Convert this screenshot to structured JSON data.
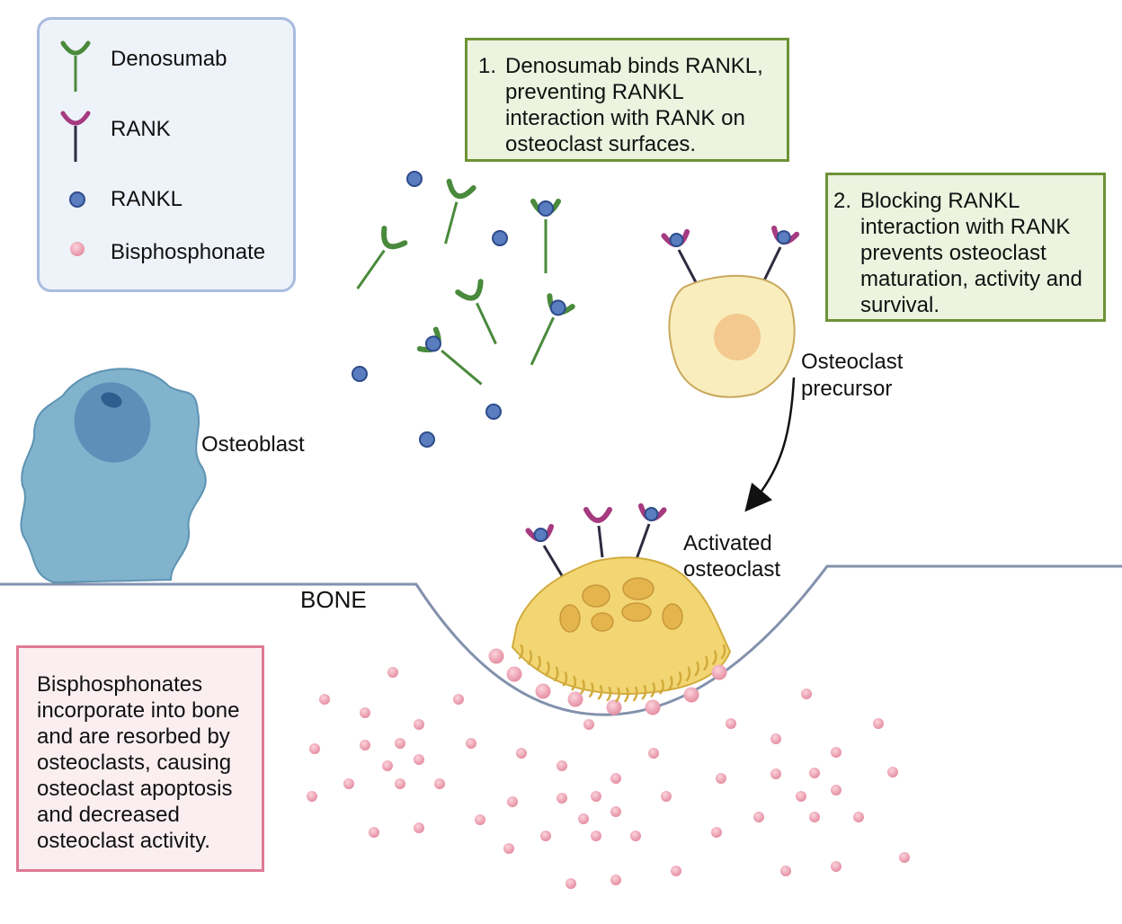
{
  "legend": {
    "items": [
      {
        "label": "Denosumab",
        "icon": "denosumab-icon"
      },
      {
        "label": "RANK",
        "icon": "rank-receptor-icon"
      },
      {
        "label": "RANKL",
        "icon": "rankl-dot-icon"
      },
      {
        "label": "Bisphosphonate",
        "icon": "bisphosphonate-dot-icon"
      }
    ]
  },
  "notes": {
    "note1": {
      "number": "1.",
      "text": "Denosumab binds RANKL, preventing RANKL interaction with RANK on osteoclast surfaces."
    },
    "note2": {
      "number": "2.",
      "text": "Blocking RANKL interaction with RANK prevents osteoclast maturation, activity and survival."
    },
    "note3": {
      "text": "Bisphosphonates incorporate into bone and are resorbed by osteoclasts, causing osteoclast apoptosis and decreased osteoclast activity."
    }
  },
  "labels": {
    "osteoblast": "Osteoblast",
    "precursor_line1": "Osteoclast",
    "precursor_line2": "precursor",
    "activated_line1": "Activated",
    "activated_line2": "osteoclast",
    "bone": "BONE"
  },
  "colors": {
    "denosumab": "#4a8a3c",
    "rank": "#a53a80",
    "rankl": "#5a7dc0",
    "bisphosphonate": "#e79aaa",
    "osteoblast": "#7fb0cc",
    "precursor": "#f9edbd",
    "activated_osteoclast": "#f3d674",
    "bone_line": "#8391ad"
  }
}
